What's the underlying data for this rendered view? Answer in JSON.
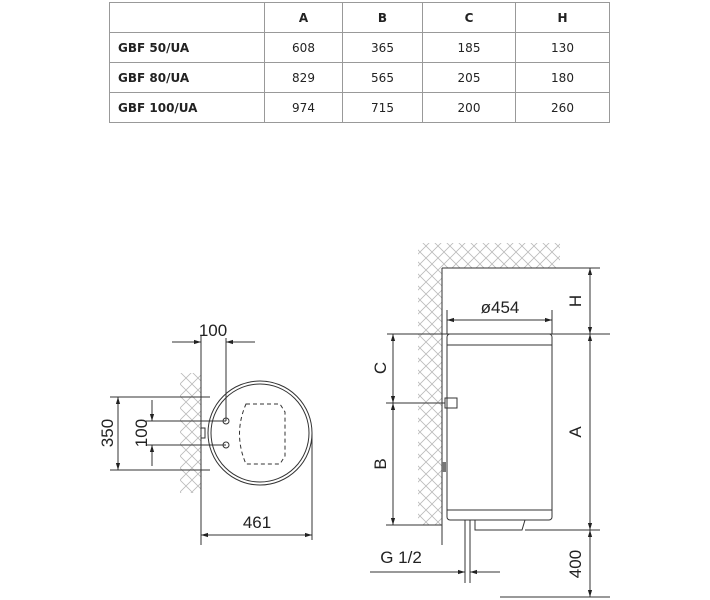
{
  "table": {
    "headers": [
      "",
      "A",
      "B",
      "C",
      "H"
    ],
    "rows": [
      {
        "model": "GBF 50/UA",
        "A": "608",
        "B": "365",
        "C": "185",
        "H": "130"
      },
      {
        "model": "GBF 80/UA",
        "A": "829",
        "B": "565",
        "C": "205",
        "H": "180"
      },
      {
        "model": "GBF 100/UA",
        "A": "974",
        "B": "715",
        "C": "200",
        "H": "260"
      }
    ]
  },
  "top_view": {
    "pipe_offset": "100",
    "mount_height": "350",
    "pipe_spacing": "100",
    "depth": "461"
  },
  "side_view": {
    "diameter": "ø454",
    "H": "H",
    "A": "A",
    "C": "C",
    "B": "B",
    "connection": "G 1/2",
    "floor_clearance": "400"
  }
}
